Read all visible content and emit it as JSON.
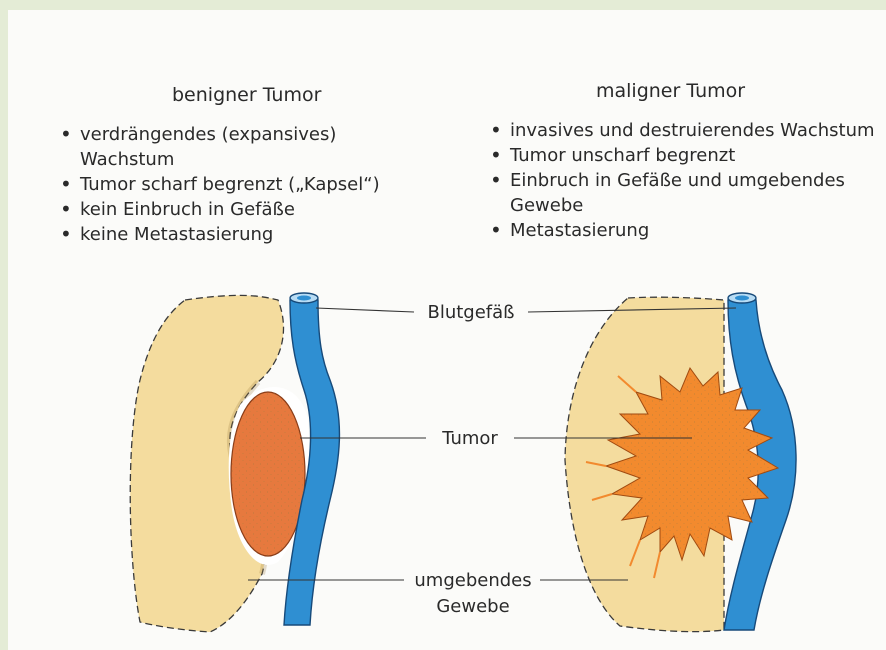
{
  "benign": {
    "title": "benigner Tumor",
    "items": [
      "verdrängendes (expansives) Wachstum",
      "Tumor scharf begrenzt („Kapsel“)",
      "kein Einbruch in Gefäße",
      "keine Metastasierung"
    ]
  },
  "malignant": {
    "title": "maligner Tumor",
    "items": [
      "invasives und destruierendes Wachstum",
      "Tumor unscharf begrenzt",
      "Einbruch in Gefäße und umgebendes Gewebe",
      "Metastasierung"
    ]
  },
  "labels": {
    "vessel": "Blutgefäß",
    "tumor": "Tumor",
    "tissue_line1": "umgebendes",
    "tissue_line2": "Gewebe"
  },
  "colors": {
    "tissue": "#f4dc9e",
    "vessel": "#2f8fd2",
    "benign_tumor": "#e6793e",
    "malignant_tumor": "#f28a2e",
    "background": "#e4ecd6"
  }
}
